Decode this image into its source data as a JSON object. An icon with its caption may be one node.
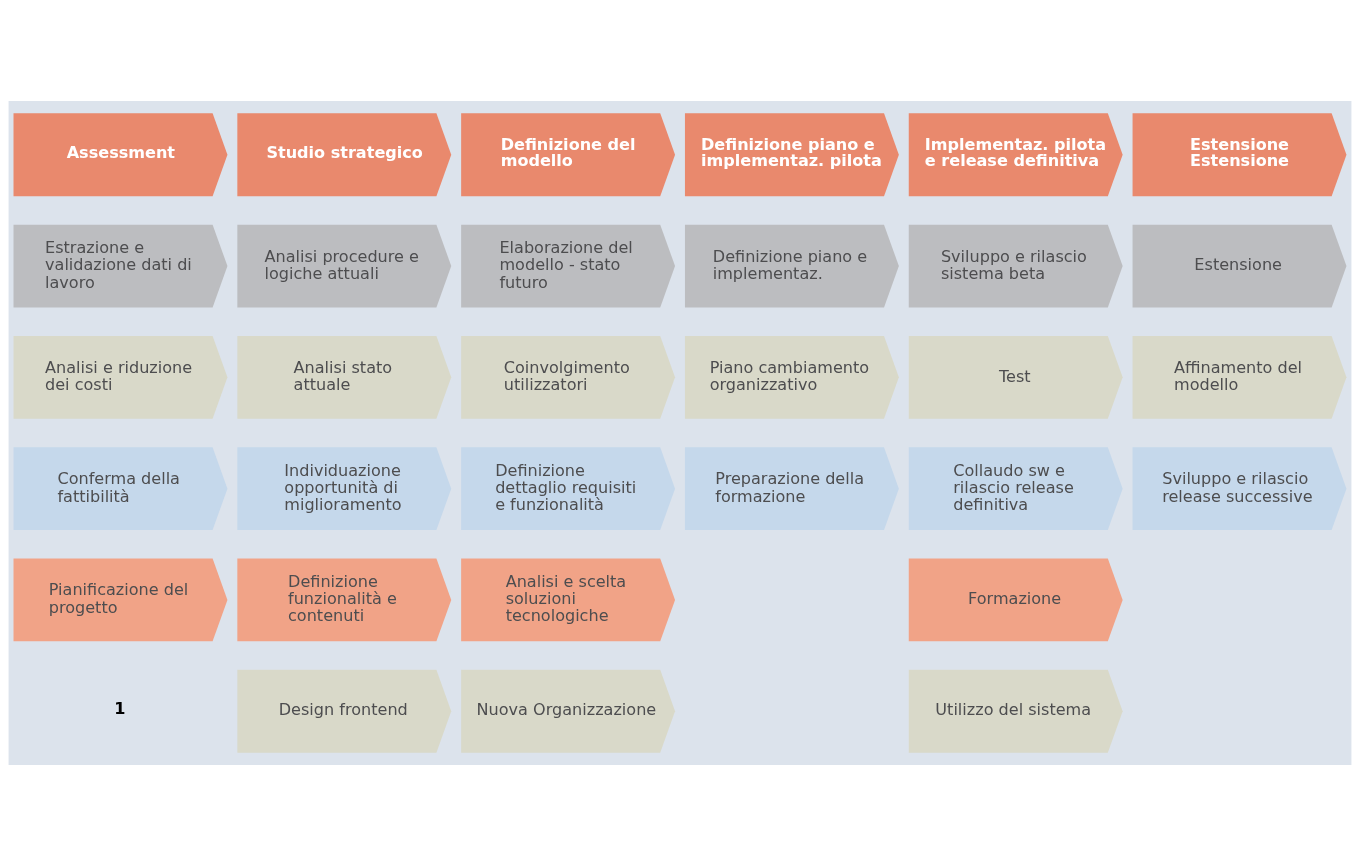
{
  "diagram": {
    "nodes": [
      {
        "text": [
          "Assessment"
        ]
      },
      {
        "text": [
          "Estrazione e validazione dati di lavoro"
        ]
      },
      {
        "text": [
          "Analisi e riduzione dei costi"
        ]
      },
      {
        "text": [
          "Conferma della fattibilità"
        ]
      },
      {
        "text": [
          "Pianificazione del progetto"
        ]
      },
      {
        "text": [
          "Studio strategico"
        ]
      },
      {
        "text": [
          "Analisi procedure e logiche attuali"
        ]
      },
      {
        "text": [
          "Analisi stato attuale"
        ]
      },
      {
        "text": [
          "Individuazione opportunità di miglioramento"
        ]
      },
      {
        "text": [
          "Definizione funzionalità e contenuti"
        ]
      },
      {
        "text": [
          "Design frontend"
        ]
      },
      {
        "text": [
          "Definizione del modello"
        ]
      },
      {
        "text": [
          "Elaborazione del modello - stato futuro"
        ]
      },
      {
        "text": [
          "Coinvolgimento utilizzatori"
        ]
      },
      {
        "text": [
          "Definizione dettaglio requisiti e funzionalità"
        ]
      },
      {
        "text": [
          "Analisi e scelta soluzioni tecnologiche"
        ]
      },
      {
        "text": [
          "Nuova Organizzazione"
        ]
      },
      {
        "text": [
          "Definizione piano e implementaz. pilota"
        ]
      },
      {
        "text": [
          "Definizione piano e implementaz."
        ]
      },
      {
        "text": [
          "Piano cambiamento organizzativo"
        ]
      },
      {
        "text": [
          "Preparazione della formazione"
        ]
      },
      {
        "text": [
          "Implementaz. pilota e release definitiva"
        ]
      },
      {
        "text": [
          "Sviluppo e rilascio sistema beta"
        ]
      },
      {
        "text": [
          "Test"
        ]
      },
      {
        "text": [
          "Collaudo sw e rilascio release definitiva"
        ]
      },
      {
        "text": [
          "Formazione"
        ]
      },
      {
        "text": [
          "Utilizzo del sistema"
        ]
      },
      {
        "text": [
          "Estensione Estensione"
        ]
      },
      {
        "text": [
          "Estensione"
        ]
      },
      {
        "text": [
          "Affinamento del modello"
        ]
      },
      {
        "text": [
          "Sviluppo e rilascio release successive"
        ]
      }
    ],
    "edges": [],
    "labels": [
      "1"
    ]
  }
}
